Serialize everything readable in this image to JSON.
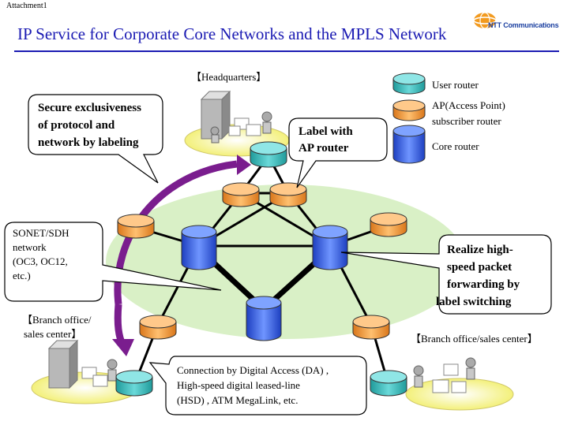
{
  "header": {
    "attachment": "Attachment1",
    "title": "IP Service for Corporate Core Networks and the MPLS Network",
    "logo_text": "NTT Communications",
    "title_color": "#1b1bb3"
  },
  "legend": {
    "user_router": "User router",
    "ap_router_line1": "AP(Access Point)",
    "ap_router_line2": "subscriber router",
    "core_router": "Core router"
  },
  "sites": {
    "headquarters": "【Headquarters】",
    "branch_left_line1": "【Branch office/",
    "branch_left_line2": "sales center】",
    "branch_right": "【Branch office/sales center】"
  },
  "callouts": {
    "secure": [
      "Secure exclusiveness",
      "of protocol and",
      "network by labeling"
    ],
    "label_ap": [
      "Label with",
      "AP router"
    ],
    "sonet": [
      "SONET/SDH",
      "network",
      "(OC3, OC12,",
      "etc.)"
    ],
    "realize": [
      "Realize high-",
      "speed packet",
      "forwarding by",
      "label switching"
    ],
    "connection": [
      "Connection by Digital Access (DA) ,",
      "High-speed digital leased-line",
      "(HSD) , ATM MegaLink, etc."
    ]
  },
  "colors": {
    "user_router": "#40c0c0",
    "ap_router": "#f39a2e",
    "core_router": "#2f5fe0",
    "network_area": "#d9f0c6",
    "arrow": "#7a1d8e"
  }
}
